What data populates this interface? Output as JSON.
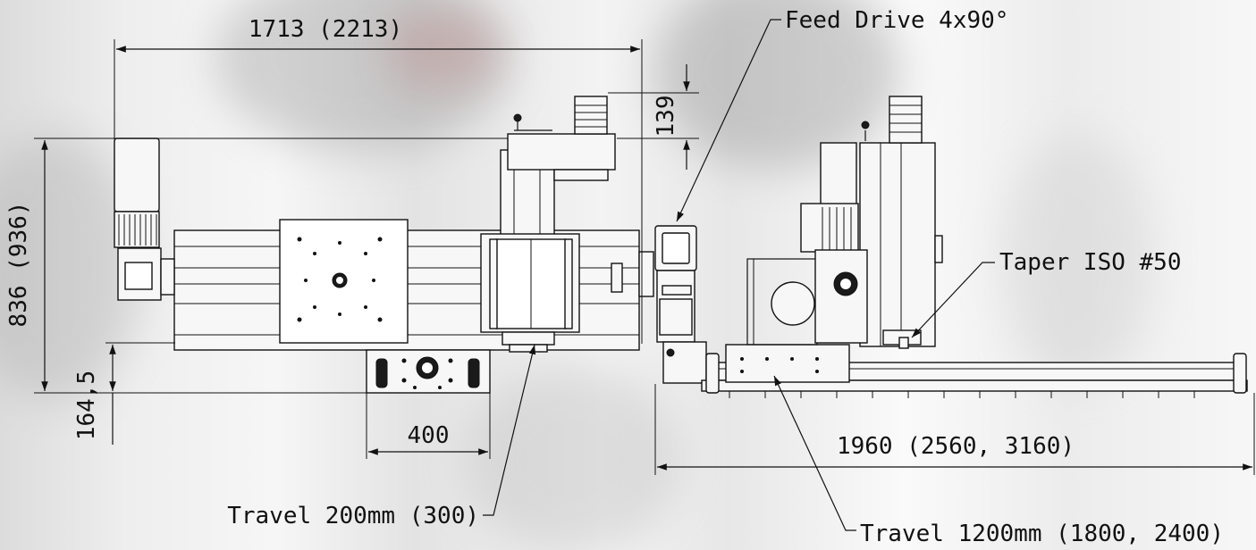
{
  "dimensions": {
    "width_total": "1713 (2213)",
    "height_total": "836 (936)",
    "top_offset": "139",
    "bottom_offset": "164,5",
    "base_width": "400",
    "length_total": "1960 (2560, 3160)"
  },
  "callouts": {
    "feed_drive": "Feed Drive 4x90°",
    "taper": "Taper ISO #50",
    "travel_y": "Travel 200mm (300)",
    "travel_x": "Travel 1200mm (1800, 2400)"
  }
}
